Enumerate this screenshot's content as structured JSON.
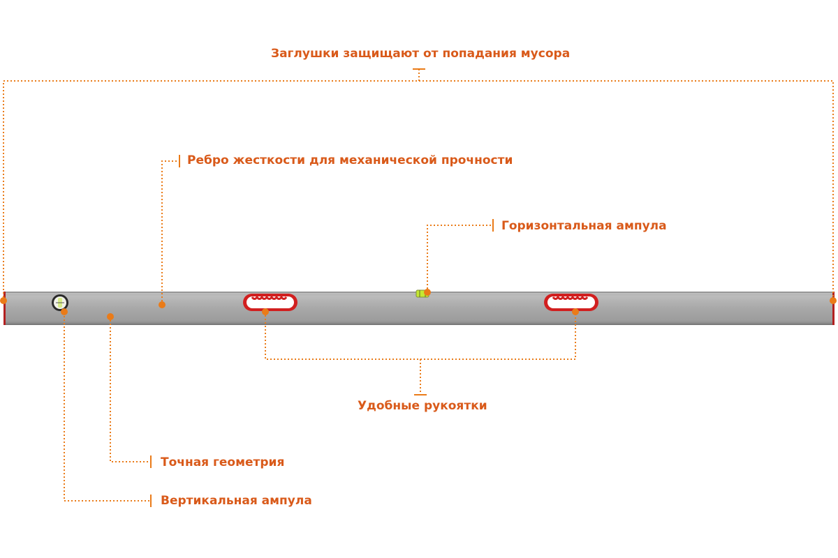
{
  "colors": {
    "accent": "#ea7b18",
    "label_text": "#d95a1a",
    "level_body": "#a9a9a9",
    "handle_red": "#d11f1f",
    "end_cap_red": "#b32020",
    "bubble_green": "#c5e832"
  },
  "callouts": {
    "end_caps": "Заглушки защищают от попадания мусора",
    "stiffening_rib": "Ребро жесткости для механической прочности",
    "horizontal_vial": "Горизонтальная ампула",
    "handles": "Удобные рукоятки",
    "precise_geometry": "Точная геометрия",
    "vertical_vial": "Вертикальная ампула"
  }
}
